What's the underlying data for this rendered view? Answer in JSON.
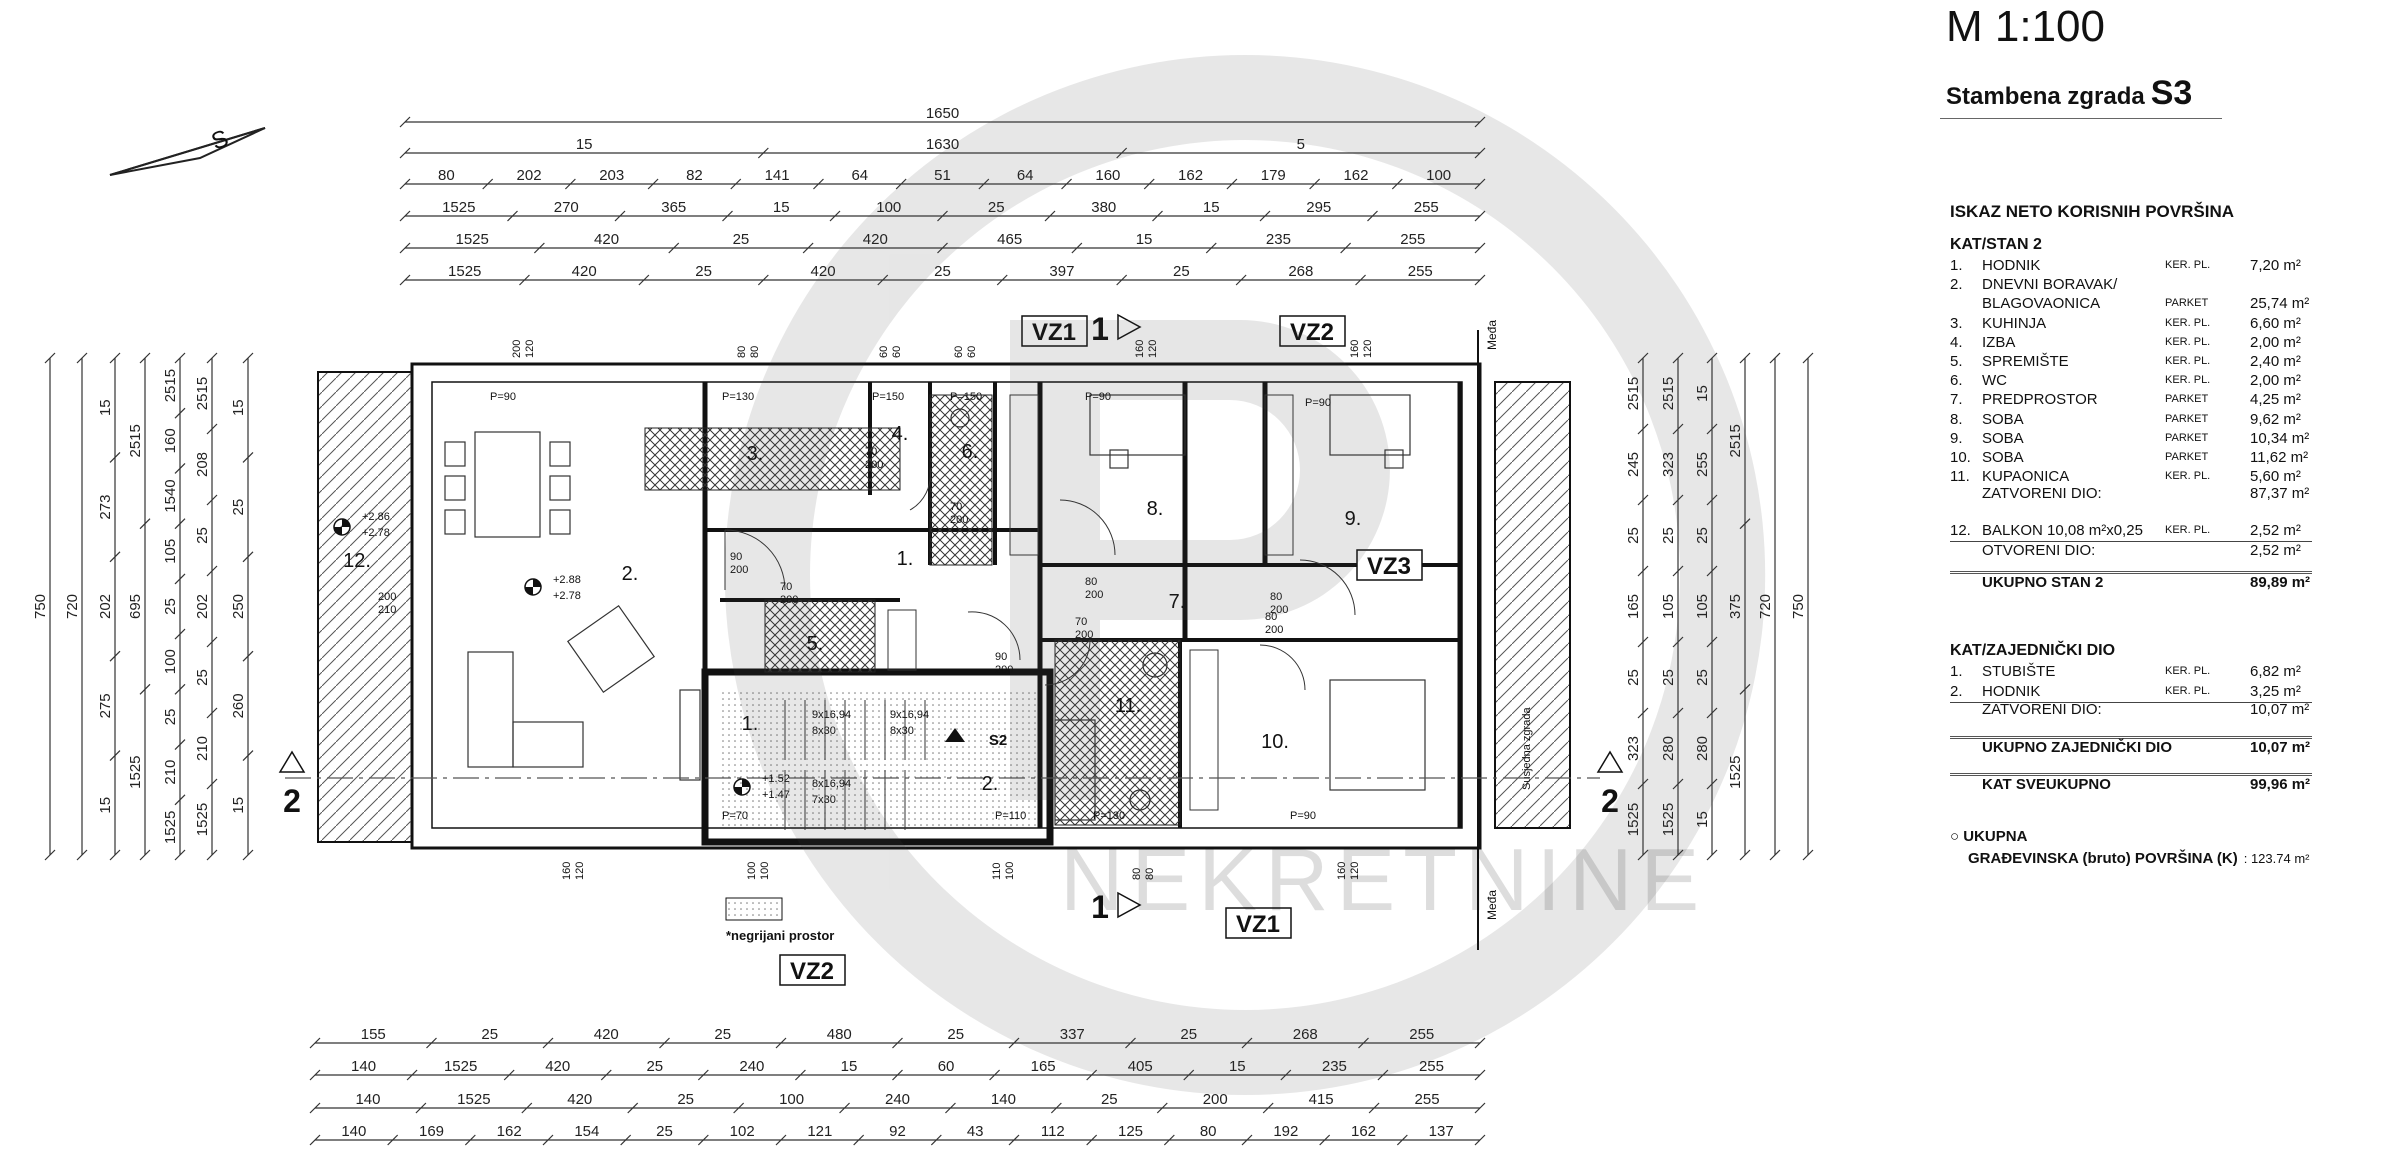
{
  "header": {
    "scale": "M 1:100",
    "building_prefix": "Stambena zgrada",
    "building_code": "S3"
  },
  "area_table": {
    "title": "ISKAZ NETO KORISNIH POVRŠINA",
    "section1_title": "KAT/STAN 2",
    "rooms": [
      {
        "no": "1.",
        "name": "HODNIK",
        "floor": "KER. PL.",
        "area": "7,20 m²"
      },
      {
        "no": "2.",
        "name": "DNEVNI BORAVAK/",
        "floor": "",
        "area": ""
      },
      {
        "no": "",
        "name": "BLAGOVAONICA",
        "floor": "PARKET",
        "area": "25,74 m²"
      },
      {
        "no": "3.",
        "name": "KUHINJA",
        "floor": "KER. PL.",
        "area": "6,60 m²"
      },
      {
        "no": "4.",
        "name": "IZBA",
        "floor": "KER. PL.",
        "area": "2,00 m²"
      },
      {
        "no": "5.",
        "name": "SPREMIŠTE",
        "floor": "KER. PL.",
        "area": "2,40 m²"
      },
      {
        "no": "6.",
        "name": "WC",
        "floor": "KER. PL.",
        "area": "2,00 m²"
      },
      {
        "no": "7.",
        "name": "PREDPROSTOR",
        "floor": "PARKET",
        "area": "4,25 m²"
      },
      {
        "no": "8.",
        "name": "SOBA",
        "floor": "PARKET",
        "area": "9,62 m²"
      },
      {
        "no": "9.",
        "name": "SOBA",
        "floor": "PARKET",
        "area": "10,34 m²"
      },
      {
        "no": "10.",
        "name": "SOBA",
        "floor": "PARKET",
        "area": "11,62 m²"
      },
      {
        "no": "11.",
        "name": "KUPAONICA",
        "floor": "KER. PL.",
        "area": "5,60 m²"
      }
    ],
    "closed_label": "ZATVORENI DIO:",
    "closed_area": "87,37 m²",
    "balcony": {
      "no": "12.",
      "name": "BALKON  10,08 m²x0,25",
      "floor": "KER. PL.",
      "area": "2,52 m²"
    },
    "open_label": "OTVORENI DIO:",
    "open_area": "2,52 m²",
    "total1_label": "UKUPNO STAN 2",
    "total1_area": "89,89 m²",
    "section2_title": "KAT/ZAJEDNIČKI DIO",
    "common": [
      {
        "no": "1.",
        "name": "STUBIŠTE",
        "floor": "KER. PL.",
        "area": "6,82 m²"
      },
      {
        "no": "2.",
        "name": "HODNIK",
        "floor": "KER. PL.",
        "area": "3,25 m²"
      }
    ],
    "common_closed_label": "ZATVORENI DIO:",
    "common_closed_area": "10,07 m²",
    "total2_label": "UKUPNO ZAJEDNIČKI DIO",
    "total2_area": "10,07 m²",
    "total3_label": "KAT SVEUKUPNO",
    "total3_area": "99,96 m²",
    "gross_line1": "UKUPNA",
    "gross_line2": "GRAĐEVINSKA (bruto) POVRŠINA (K)",
    "gross_value": ": 123.74 m²"
  },
  "plan": {
    "room_numbers": [
      "1.",
      "2.",
      "3.",
      "4.",
      "5.",
      "6.",
      "7.",
      "8.",
      "9.",
      "10.",
      "11.",
      "12."
    ],
    "stair_room_numbers": [
      "1.",
      "2."
    ],
    "section_labels": [
      "VZ1",
      "VZ2",
      "VZ3"
    ],
    "cut_marks": [
      "1",
      "2"
    ],
    "stair_label": "S2",
    "meda": "Međa",
    "neighbour": "Susjedna zgrada",
    "legend_text": "*negrijani prostor",
    "levels": [
      "+2.86",
      "+2.78",
      "+2.88",
      "+2.78",
      "+1.52",
      "+1.47"
    ],
    "stair_specs": [
      "9x16,94",
      "8x30",
      "9x16,94",
      "8x30",
      "8x16,94",
      "7x30"
    ],
    "openings": [
      "P=90",
      "P=130",
      "P=150",
      "P=150",
      "P=90",
      "P=90",
      "P=70",
      "P=110",
      "P=130",
      "P=90"
    ],
    "door_sizes": [
      "90/200",
      "70/200",
      "70/200",
      "70/200",
      "80/200",
      "80/200",
      "90/200",
      "70/200",
      "80/200",
      "200/210"
    ],
    "window_heights": [
      "200/120",
      "80/80",
      "60/60",
      "60/60",
      "160/120",
      "160/120",
      "160/120",
      "100/100",
      "110/100",
      "80/80",
      "160/120"
    ],
    "top_dims": {
      "total": "1650",
      "row2": [
        "15",
        "1630",
        "5"
      ],
      "row3": [
        "80",
        "202",
        "203",
        "82",
        "141",
        "64",
        "51",
        "64",
        "160",
        "162",
        "179",
        "162",
        "100"
      ],
      "row4": [
        "1525",
        "270",
        "365",
        "15",
        "100",
        "25",
        "380",
        "15",
        "295",
        "255"
      ],
      "row5": [
        "1525",
        "420",
        "25",
        "420",
        "465",
        "15",
        "235",
        "255"
      ],
      "row6": [
        "1525",
        "420",
        "25",
        "420",
        "25",
        "397",
        "25",
        "268",
        "255"
      ]
    },
    "bottom_dims": {
      "row1": [
        "155",
        "25",
        "420",
        "25",
        "480",
        "25",
        "337",
        "25",
        "268",
        "255"
      ],
      "row2": [
        "140",
        "1525",
        "420",
        "25",
        "240",
        "15",
        "60",
        "165",
        "405",
        "15",
        "235",
        "255"
      ],
      "row3": [
        "140",
        "1525",
        "420",
        "25",
        "100",
        "240",
        "140",
        "25",
        "200",
        "415",
        "255"
      ],
      "row4": [
        "140",
        "169",
        "162",
        "154",
        "25",
        "102",
        "121",
        "92",
        "43",
        "112",
        "125",
        "80",
        "192",
        "162",
        "137"
      ]
    },
    "left_dims": {
      "col1": [
        "750"
      ],
      "col2": [
        "720"
      ],
      "col3": [
        "15",
        "273",
        "202",
        "275",
        "15"
      ],
      "col4": [
        "2515",
        "695",
        "1525"
      ],
      "col5": [
        "2515",
        "160",
        "1540",
        "105",
        "25",
        "100",
        "25",
        "210",
        "1525"
      ],
      "col6": [
        "2515",
        "208",
        "25",
        "202",
        "25",
        "210",
        "1525"
      ],
      "col7": [
        "15",
        "25",
        "250",
        "260",
        "15"
      ]
    },
    "right_dims": {
      "col1": [
        "2515",
        "245",
        "25",
        "165",
        "25",
        "323",
        "1525"
      ],
      "col2": [
        "2515",
        "323",
        "25",
        "105",
        "25",
        "280",
        "1525"
      ],
      "col3": [
        "15",
        "255",
        "25",
        "105",
        "25",
        "280",
        "15"
      ],
      "col4": [
        "2515",
        "375",
        "1525"
      ],
      "col5": [
        "720"
      ],
      "col6": [
        "750"
      ]
    },
    "watermark": "NEKRETNINE"
  }
}
